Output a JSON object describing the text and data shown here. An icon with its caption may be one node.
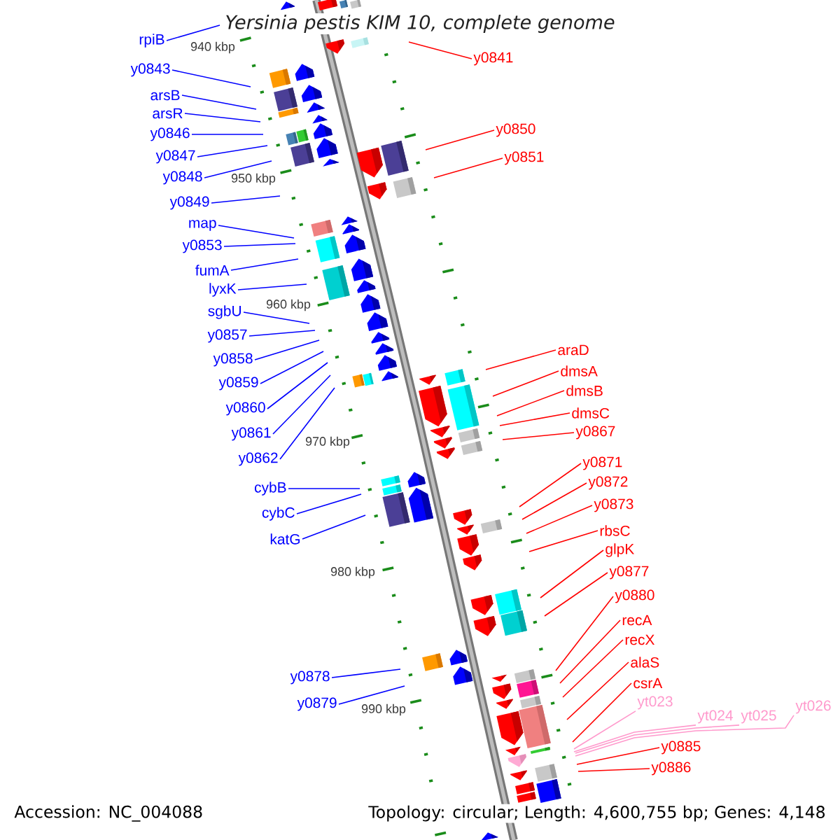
{
  "diagram": {
    "title": "Yersinia pestis KIM 10, complete genome",
    "nodes": [
      {
        "text": [
          "rpiB"
        ]
      },
      {
        "text": [
          "y0843"
        ]
      },
      {
        "text": [
          "arsB"
        ]
      },
      {
        "text": [
          "arsR"
        ]
      },
      {
        "text": [
          "y0846"
        ]
      },
      {
        "text": [
          "y0847"
        ]
      },
      {
        "text": [
          "y0848"
        ]
      },
      {
        "text": [
          "y0849"
        ]
      },
      {
        "text": [
          "map"
        ]
      },
      {
        "text": [
          "y0853"
        ]
      },
      {
        "text": [
          "fumA"
        ]
      },
      {
        "text": [
          "lyxK"
        ]
      },
      {
        "text": [
          "sgbU"
        ]
      },
      {
        "text": [
          "y0857"
        ]
      },
      {
        "text": [
          "y0858"
        ]
      },
      {
        "text": [
          "y0859"
        ]
      },
      {
        "text": [
          "y0860"
        ]
      },
      {
        "text": [
          "y0861"
        ]
      },
      {
        "text": [
          "y0862"
        ]
      },
      {
        "text": [
          "cybB"
        ]
      },
      {
        "text": [
          "cybC"
        ]
      },
      {
        "text": [
          "katG"
        ]
      },
      {
        "text": [
          "y0878"
        ]
      },
      {
        "text": [
          "y0879"
        ]
      },
      {
        "text": [
          "y0841"
        ]
      },
      {
        "text": [
          "y0850"
        ]
      },
      {
        "text": [
          "y0851"
        ]
      },
      {
        "text": [
          "araD"
        ]
      },
      {
        "text": [
          "dmsA"
        ]
      },
      {
        "text": [
          "dmsB"
        ]
      },
      {
        "text": [
          "dmsC"
        ]
      },
      {
        "text": [
          "y0867"
        ]
      },
      {
        "text": [
          "y0871"
        ]
      },
      {
        "text": [
          "y0872"
        ]
      },
      {
        "text": [
          "y0873"
        ]
      },
      {
        "text": [
          "rbsC"
        ]
      },
      {
        "text": [
          "glpK"
        ]
      },
      {
        "text": [
          "y0877"
        ]
      },
      {
        "text": [
          "y0880"
        ]
      },
      {
        "text": [
          "recA"
        ]
      },
      {
        "text": [
          "recX"
        ]
      },
      {
        "text": [
          "alaS"
        ]
      },
      {
        "text": [
          "csrA"
        ]
      },
      {
        "text": [
          "yt023"
        ]
      },
      {
        "text": [
          "yt024"
        ]
      },
      {
        "text": [
          "yt025"
        ]
      },
      {
        "text": [
          "yt026"
        ]
      },
      {
        "text": [
          "y0885"
        ]
      },
      {
        "text": [
          "y0886"
        ]
      }
    ],
    "edges": [
      {
        "from": 0,
        "to": null,
        "arrow": "none"
      },
      {
        "from": 1,
        "to": null,
        "arrow": "none"
      },
      {
        "from": 2,
        "to": null,
        "arrow": "none"
      },
      {
        "from": 3,
        "to": null,
        "arrow": "none"
      },
      {
        "from": 4,
        "to": null,
        "arrow": "none"
      },
      {
        "from": 5,
        "to": null,
        "arrow": "none"
      },
      {
        "from": 6,
        "to": null,
        "arrow": "none"
      },
      {
        "from": 7,
        "to": null,
        "arrow": "none"
      },
      {
        "from": 8,
        "to": null,
        "arrow": "none"
      },
      {
        "from": 9,
        "to": null,
        "arrow": "none"
      },
      {
        "from": 10,
        "to": null,
        "arrow": "none"
      },
      {
        "from": 11,
        "to": null,
        "arrow": "none"
      },
      {
        "from": 12,
        "to": null,
        "arrow": "none"
      },
      {
        "from": 13,
        "to": null,
        "arrow": "none"
      },
      {
        "from": 14,
        "to": null,
        "arrow": "none"
      },
      {
        "from": 15,
        "to": null,
        "arrow": "none"
      },
      {
        "from": 16,
        "to": null,
        "arrow": "none"
      },
      {
        "from": 17,
        "to": null,
        "arrow": "none"
      },
      {
        "from": 18,
        "to": null,
        "arrow": "none"
      },
      {
        "from": 19,
        "to": null,
        "arrow": "none"
      },
      {
        "from": 20,
        "to": null,
        "arrow": "none"
      },
      {
        "from": 21,
        "to": null,
        "arrow": "none"
      },
      {
        "from": 22,
        "to": null,
        "arrow": "none"
      },
      {
        "from": 23,
        "to": null,
        "arrow": "none"
      },
      {
        "from": 24,
        "to": null,
        "arrow": "none",
        "color": "#ff0000"
      },
      {
        "from": 25,
        "to": null,
        "arrow": "none",
        "color": "#ff0000"
      },
      {
        "from": 26,
        "to": null,
        "arrow": "none",
        "color": "#ff0000"
      },
      {
        "from": 27,
        "to": null,
        "arrow": "none",
        "color": "#ff0000"
      },
      {
        "from": 28,
        "to": null,
        "arrow": "none",
        "color": "#ff0000"
      },
      {
        "from": 29,
        "to": null,
        "arrow": "none",
        "color": "#ff0000"
      },
      {
        "from": 30,
        "to": null,
        "arrow": "none",
        "color": "#ff0000"
      },
      {
        "from": 31,
        "to": null,
        "arrow": "none",
        "color": "#ff0000"
      },
      {
        "from": 32,
        "to": null,
        "arrow": "none",
        "color": "#ff0000"
      },
      {
        "from": 33,
        "to": null,
        "arrow": "none",
        "color": "#ff0000"
      },
      {
        "from": 34,
        "to": null,
        "arrow": "none",
        "color": "#ff0000"
      },
      {
        "from": 35,
        "to": null,
        "arrow": "none",
        "color": "#ff0000"
      },
      {
        "from": 36,
        "to": null,
        "arrow": "none",
        "color": "#ff0000"
      },
      {
        "from": 37,
        "to": null,
        "arrow": "none",
        "color": "#ff0000"
      },
      {
        "from": 38,
        "to": null,
        "arrow": "none",
        "color": "#ff0000"
      },
      {
        "from": 39,
        "to": null,
        "arrow": "none",
        "color": "#ff0000"
      },
      {
        "from": 40,
        "to": null,
        "arrow": "none",
        "color": "#ff0000"
      },
      {
        "from": 41,
        "to": null,
        "arrow": "none",
        "color": "#ff0000"
      },
      {
        "from": 42,
        "to": null,
        "arrow": "none",
        "color": "#ff0000"
      },
      {
        "from": 43,
        "to": null,
        "arrow": "none",
        "color": "#ff99cc"
      },
      {
        "from": 44,
        "to": null,
        "arrow": "none",
        "color": "#ff99cc"
      },
      {
        "from": 45,
        "to": null,
        "arrow": "none",
        "color": "#ff99cc"
      },
      {
        "from": 46,
        "to": null,
        "arrow": "none",
        "color": "#ff99cc"
      },
      {
        "from": 47,
        "to": null,
        "arrow": "none",
        "color": "#ff0000"
      },
      {
        "from": 48,
        "to": null,
        "arrow": "none",
        "color": "#ff0000"
      }
    ],
    "labels": [
      "940 kbp",
      "950 kbp",
      "960 kbp",
      "970 kbp",
      "980 kbp",
      "990 kbp",
      "Accession: NC_004088",
      "Topology: circular; Length: 4,600,755 bp; Genes: 4,148"
    ]
  }
}
